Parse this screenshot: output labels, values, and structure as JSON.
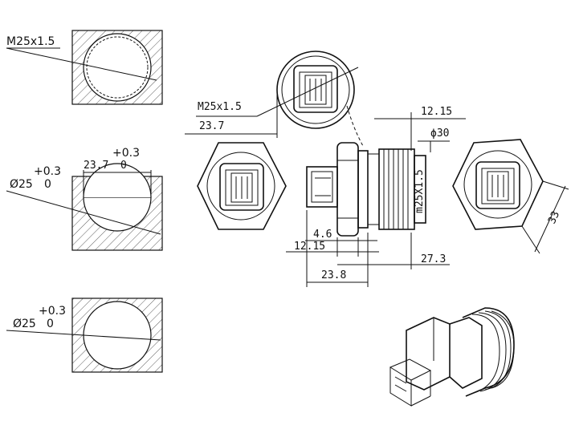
{
  "cutouts": [
    {
      "thread": "M25x1.5"
    },
    {
      "tol_upper": "+0.3",
      "width_dim": "23.7",
      "tol_lower": "0",
      "tol_upper_dia": "+0.3",
      "diameter": "Ø25",
      "tol_lower_dia": "0"
    },
    {
      "tol_upper": "+0.3",
      "diameter": "Ø25",
      "tol_lower": "0"
    }
  ],
  "top_view": {
    "thread": "M25x1.5",
    "width": "23.7"
  },
  "side_view": {
    "dim_12_15_top": "12.15",
    "dim_phi30": "ϕ30",
    "thread": "m25X1.5",
    "dim_4_6": "4.6",
    "dim_12_15_bottom": "12.15",
    "dim_27_3": "27.3",
    "dim_23_8": "23.8"
  },
  "right_view": {
    "across_flats": "33"
  }
}
